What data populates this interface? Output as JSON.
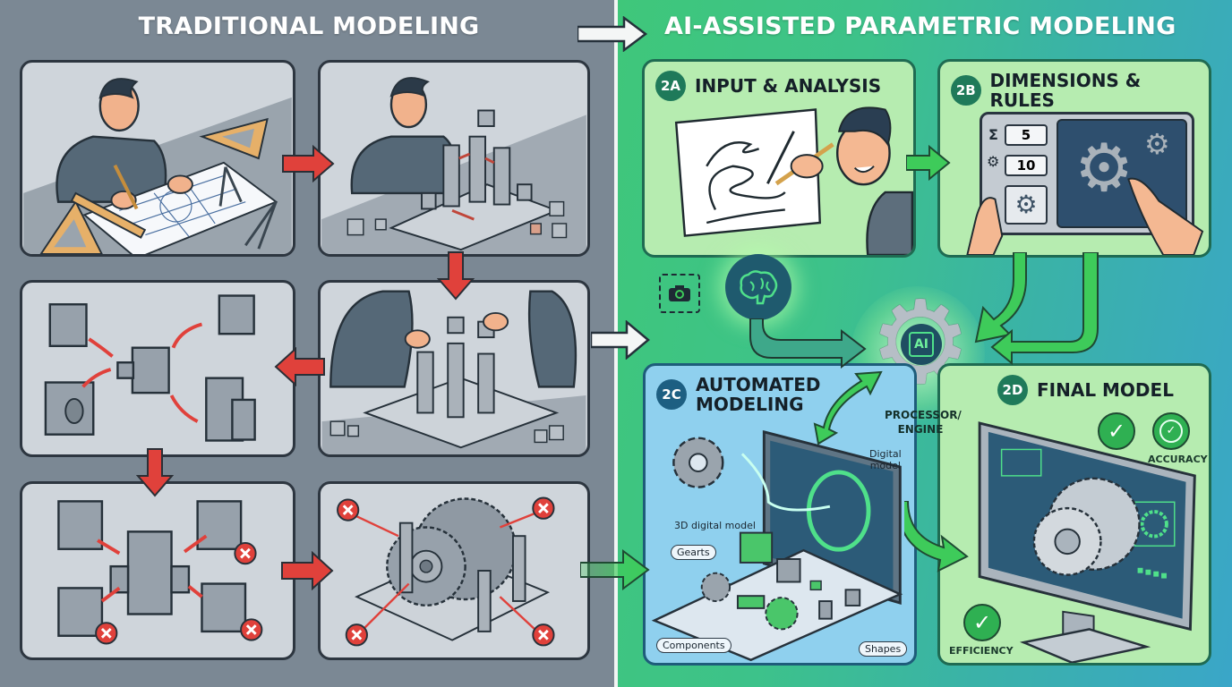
{
  "titles": {
    "left": "TRADITIONAL MODELING",
    "right": "AI-ASSISTED PARAMETRIC MODELING"
  },
  "traditional": {
    "steps": [
      {
        "id": "t1",
        "description": "Drafting on paper with rulers, set squares and compass"
      },
      {
        "id": "t2",
        "description": "Manually assembling block model on base"
      },
      {
        "id": "t3",
        "description": "Collaborative manual assembly of block towers"
      },
      {
        "id": "t4",
        "description": "Rearranging and transforming individual blocks"
      },
      {
        "id": "t5",
        "description": "Fitting parts together with errors"
      },
      {
        "id": "t6",
        "description": "Gear assembly with error markers"
      }
    ],
    "arrow_color": "#e0413b",
    "error_icon": "x-circle-icon"
  },
  "ai": {
    "panels": {
      "input": {
        "badge": "2A",
        "title": "INPUT & ANALYSIS"
      },
      "rules": {
        "badge": "2B",
        "title": "DIMENSIONS & RULES",
        "param_values": [
          "5",
          "10"
        ],
        "param_icons": [
          "sigma-icon",
          "gear-icon"
        ]
      },
      "automated": {
        "badge": "2C",
        "title_line1": "AUTOMATED",
        "title_line2": "MODELING",
        "labels": {
          "model3d": "3D digital model",
          "digital": "Digital",
          "digital2": "model",
          "gears": "Gearts",
          "components": "Components",
          "shapes": "Shapes"
        }
      },
      "final": {
        "badge": "2D",
        "title": "FINAL MODEL",
        "accuracy": "ACCURACY",
        "efficiency": "EFFICIENCY"
      }
    },
    "engine": {
      "chip_label": "AI",
      "label_line1": "PROCESSOR/",
      "label_line2": "ENGINE"
    },
    "accent_green": "#3ecb5a",
    "dark_teal": "#1f5a6e"
  }
}
